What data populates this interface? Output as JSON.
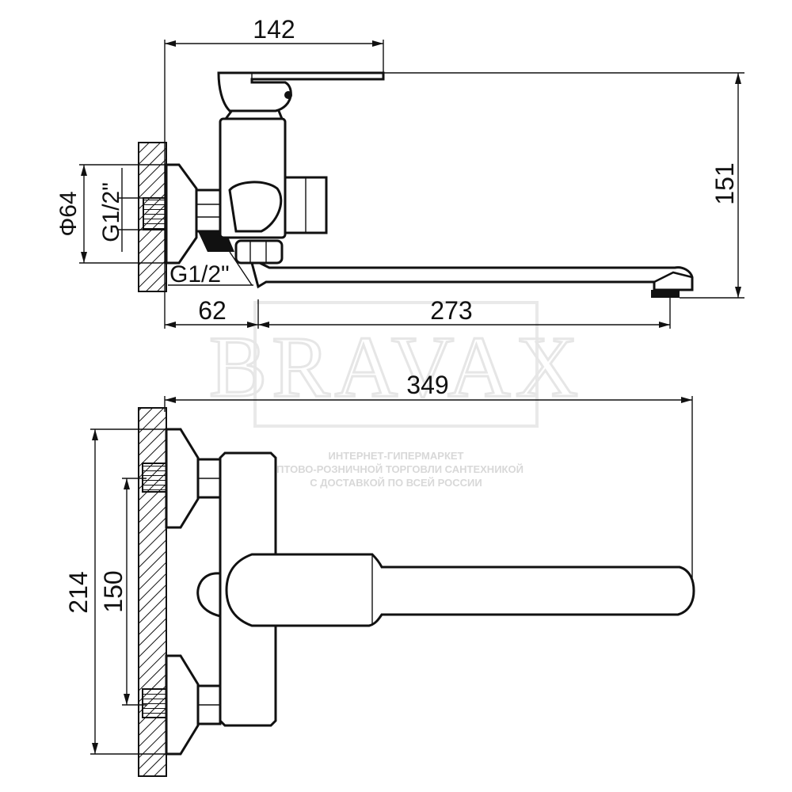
{
  "watermark": {
    "brand": "BRAVAX",
    "line1": "ИНТЕРНЕТ-ГИПЕРМАРКЕТ",
    "line2": "ОПТОВО-РОЗНИЧНОЙ ТОРГОВЛИ САНТЕХНИКОЙ",
    "line3": "С ДОСТАВКОЙ ПО ВСЕЙ РОССИИ"
  },
  "side_view": {
    "dim_width_top": "142",
    "dim_height": "151",
    "dim_diameter": "Φ64",
    "dim_thread_wall": "G1/2\"",
    "dim_thread_outlet": "G1/2\"",
    "dim_offset": "62",
    "dim_spout": "273"
  },
  "top_view": {
    "dim_overall": "349",
    "dim_plate": "214",
    "dim_centers": "150"
  }
}
